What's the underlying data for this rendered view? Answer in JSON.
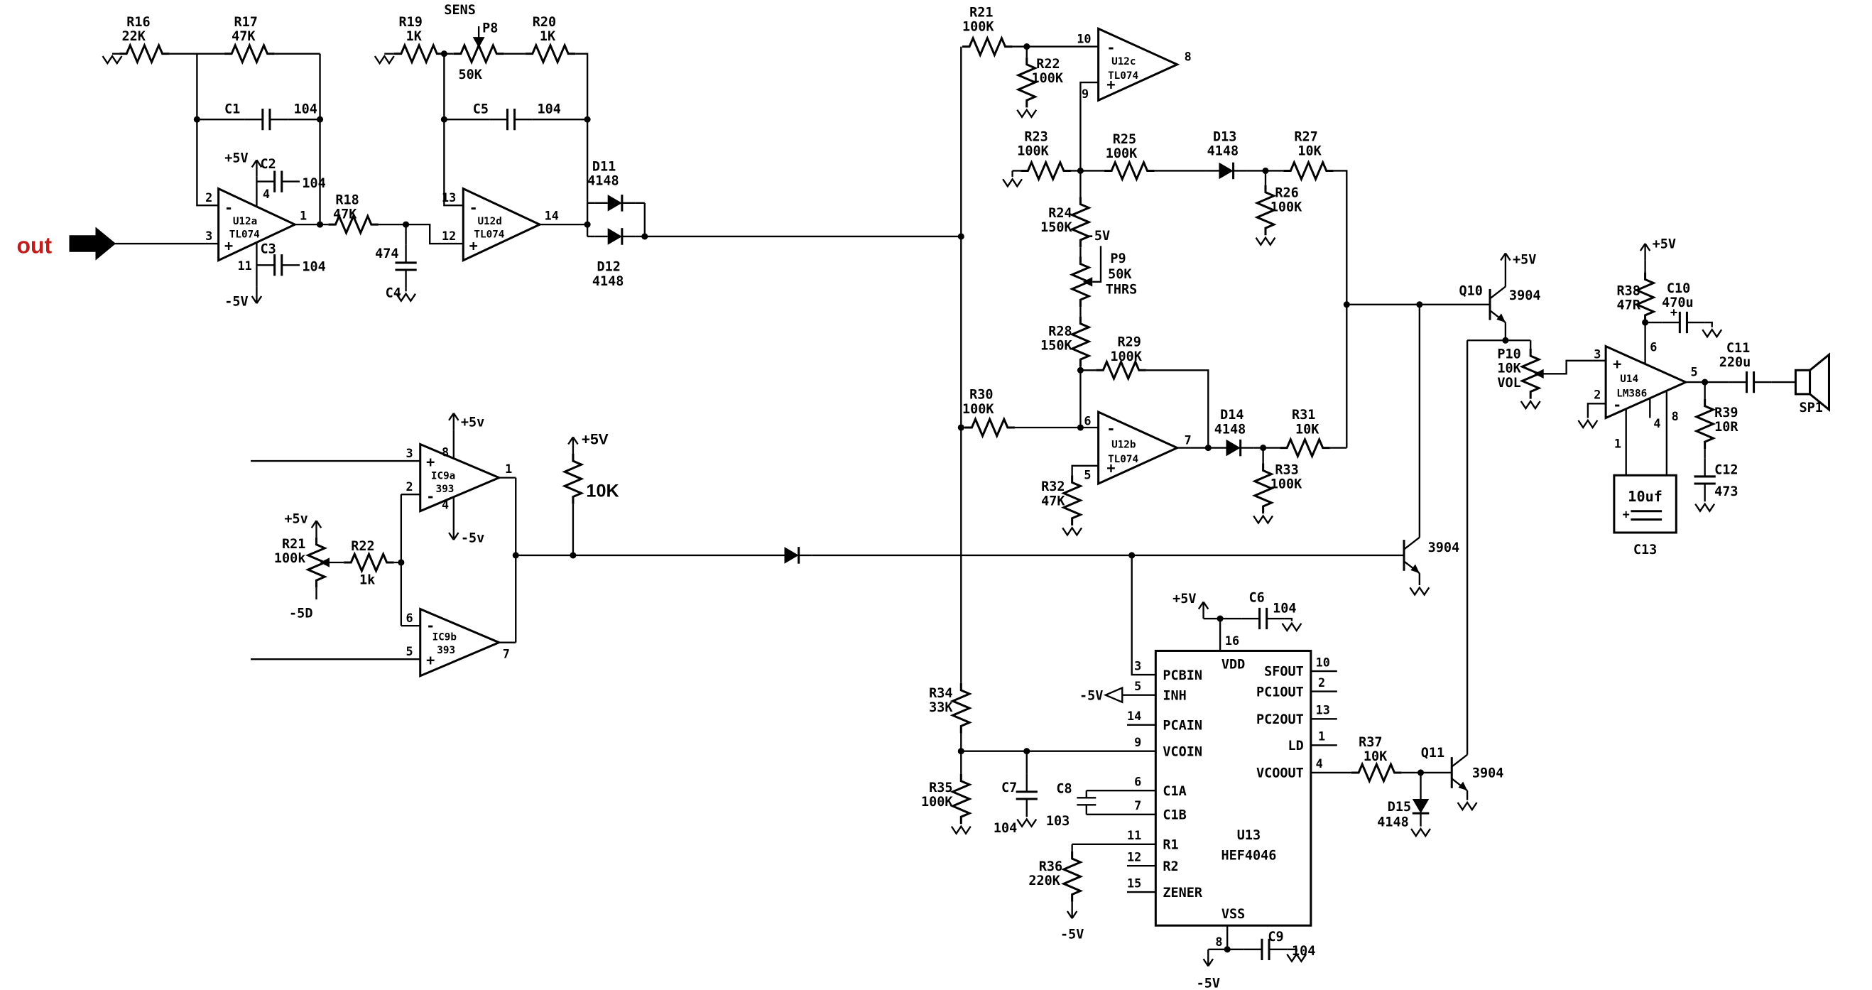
{
  "io": {
    "out": "out"
  },
  "pwr": {
    "p5": "+5V",
    "m5": "-5V",
    "p5l": "+5v",
    "m5l": "-5v",
    "m5d": "-5D"
  },
  "signs": {
    "plus": "+",
    "minus": "-"
  },
  "pullup": {
    "val": "10K"
  },
  "r": {
    "r16": {
      "ref": "R16",
      "val": "22K"
    },
    "r17": {
      "ref": "R17",
      "val": "47K"
    },
    "r18": {
      "ref": "R18",
      "val": "47K"
    },
    "r19": {
      "ref": "R19",
      "val": "1K"
    },
    "r20": {
      "ref": "R20",
      "val": "1K"
    },
    "r21": {
      "ref": "R21",
      "val": "100K"
    },
    "r22": {
      "ref": "R22",
      "val": "100K"
    },
    "r23": {
      "ref": "R23",
      "val": "100K"
    },
    "r24": {
      "ref": "R24",
      "val": "150K"
    },
    "r25": {
      "ref": "R25",
      "val": "100K"
    },
    "r26": {
      "ref": "R26",
      "val": "100K"
    },
    "r27": {
      "ref": "R27",
      "val": "10K"
    },
    "r28": {
      "ref": "R28",
      "val": "150K"
    },
    "r29": {
      "ref": "R29",
      "val": "100K"
    },
    "r30": {
      "ref": "R30",
      "val": "100K"
    },
    "r31": {
      "ref": "R31",
      "val": "10K"
    },
    "r32": {
      "ref": "R32",
      "val": "47K"
    },
    "r33": {
      "ref": "R33",
      "val": "100K"
    },
    "r34": {
      "ref": "R34",
      "val": "33K"
    },
    "r35": {
      "ref": "R35",
      "val": "100K"
    },
    "r36": {
      "ref": "R36",
      "val": "220K"
    },
    "r37": {
      "ref": "R37",
      "val": "10K"
    },
    "r38": {
      "ref": "R38",
      "val": "47R"
    },
    "r39": {
      "ref": "R39",
      "val": "10R"
    },
    "r21b": {
      "ref": "R21",
      "val": "100k"
    },
    "r22b": {
      "ref": "R22",
      "val": "1k"
    }
  },
  "pots": {
    "p8": {
      "ref": "P8",
      "val": "50K",
      "tag": "SENS"
    },
    "p9": {
      "ref": "P9",
      "val": "50K",
      "tag": "THRS"
    },
    "p10": {
      "ref": "P10",
      "val": "10K",
      "tag": "VOL"
    }
  },
  "c": {
    "c1": {
      "ref": "C1",
      "val": "104"
    },
    "c2": {
      "ref": "C2",
      "val": "104"
    },
    "c3": {
      "ref": "C3",
      "val": "104"
    },
    "c4": {
      "ref": "C4",
      "val": "474"
    },
    "c5": {
      "ref": "C5",
      "val": "104"
    },
    "c6": {
      "ref": "C6",
      "val": "104"
    },
    "c7": {
      "ref": "C7",
      "val": "104"
    },
    "c8": {
      "ref": "C8",
      "val": "103"
    },
    "c9": {
      "ref": "C9",
      "val": "104"
    },
    "c10": {
      "ref": "C10",
      "val": "470u"
    },
    "c11": {
      "ref": "C11",
      "val": "220u"
    },
    "c12": {
      "ref": "C12",
      "val": "473"
    },
    "c13": {
      "ref": "C13",
      "val": "10uf"
    }
  },
  "d": {
    "d11": {
      "ref": "D11",
      "val": "4148"
    },
    "d12": {
      "ref": "D12",
      "val": "4148"
    },
    "d13": {
      "ref": "D13",
      "val": "4148"
    },
    "d14": {
      "ref": "D14",
      "val": "4148"
    },
    "d15": {
      "ref": "D15",
      "val": "4148"
    }
  },
  "q": {
    "q10": {
      "ref": "Q10",
      "val": "3904"
    },
    "q11": {
      "ref": "Q11",
      "val": "3904"
    },
    "q12": {
      "val": "3904"
    }
  },
  "amps": {
    "u12a": {
      "ref": "U12a",
      "part": "TL074",
      "inv": "2",
      "nin": "3",
      "out": "1",
      "vp": "4",
      "vm": "11"
    },
    "u12d": {
      "ref": "U12d",
      "part": "TL074",
      "inv": "13",
      "nin": "12",
      "out": "14"
    },
    "u12c": {
      "ref": "U12c",
      "part": "TL074",
      "inv": "10",
      "nin": "9",
      "out": "8"
    },
    "u12b": {
      "ref": "U12b",
      "part": "TL074",
      "inv": "6",
      "nin": "5",
      "out": "7"
    },
    "ic9a": {
      "ref": "IC9a",
      "part": "393",
      "inp": "3",
      "inm": "2",
      "vp": "8",
      "vm": "4",
      "out": "1"
    },
    "ic9b": {
      "ref": "IC9b",
      "part": "393",
      "inm": "6",
      "inp": "5",
      "out": "7"
    },
    "u14": {
      "ref": "U14",
      "part": "LM386",
      "inp": "3",
      "inm": "2",
      "vs": "6",
      "out": "5",
      "g1": "1",
      "g8": "8",
      "gnd": "4"
    }
  },
  "u13": {
    "ref": "U13",
    "part": "HEF4046",
    "vdd_pin": "16",
    "vdd": "VDD",
    "vss_pin": "8",
    "vss": "VSS",
    "left": [
      {
        "pin": "3",
        "name": "PCBIN"
      },
      {
        "pin": "5",
        "name": "INH"
      },
      {
        "pin": "14",
        "name": "PCAIN"
      },
      {
        "pin": "9",
        "name": "VCOIN"
      },
      {
        "pin": "6",
        "name": "C1A"
      },
      {
        "pin": "7",
        "name": "C1B"
      },
      {
        "pin": "11",
        "name": "R1"
      },
      {
        "pin": "12",
        "name": "R2"
      },
      {
        "pin": "15",
        "name": "ZENER"
      }
    ],
    "right": [
      {
        "pin": "10",
        "name": "SFOUT"
      },
      {
        "pin": "2",
        "name": "PC1OUT"
      },
      {
        "pin": "13",
        "name": "PC2OUT"
      },
      {
        "pin": "1",
        "name": "LD"
      },
      {
        "pin": "4",
        "name": "VCOOUT"
      }
    ]
  },
  "spk": {
    "ref": "SP1"
  }
}
